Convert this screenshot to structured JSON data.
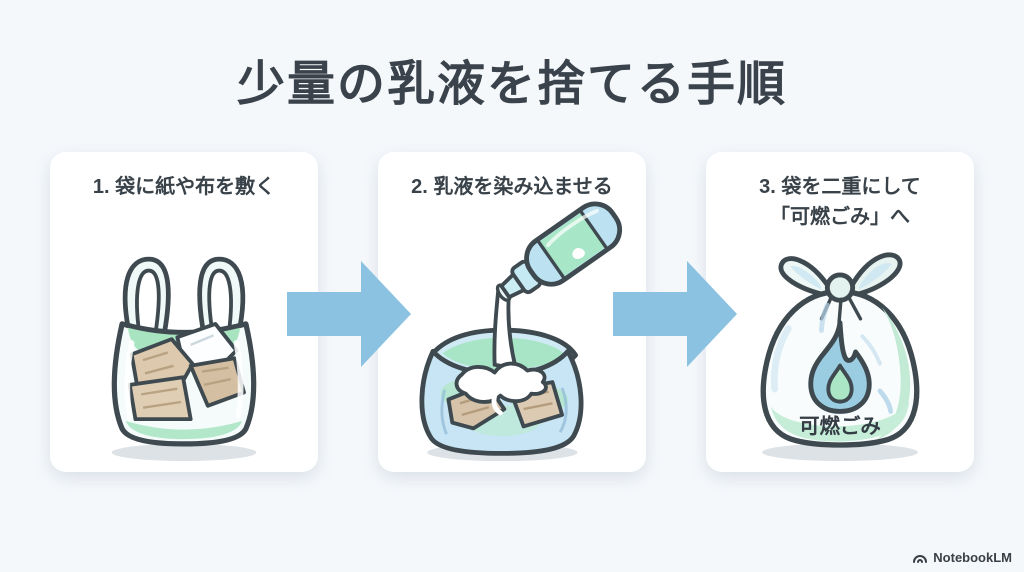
{
  "page": {
    "title": "少量の乳液を捨てる手順"
  },
  "steps": [
    {
      "heading": "1. 袋に紙や布を敷く",
      "illustration": "plastic-shopping-bag-with-crumpled-paper-and-cloth"
    },
    {
      "heading": "2. 乳液を染み込ませる",
      "illustration": "bottle-pouring-white-lotion-into-bag-of-paper"
    },
    {
      "heading": "3. 袋を二重にして\n「可燃ごみ」へ",
      "illustration": "tied-trash-bag-with-flame-icon",
      "bag_label": "可燃ごみ"
    }
  ],
  "arrows": {
    "icon": "right-arrow",
    "color": "#8BC2E1"
  },
  "colors": {
    "background": "#F5F8FB",
    "card": "#FFFFFF",
    "title_text": "#3A424B",
    "heading_text": "#394249",
    "outline": "#3E4A50",
    "green_accent": "#A9E4C4",
    "light_blue_accent": "#BFE4F1",
    "paper_tan": "#DCC9AE"
  },
  "watermark": {
    "icon": "notebooklm-logo",
    "text": "NotebookLM"
  }
}
